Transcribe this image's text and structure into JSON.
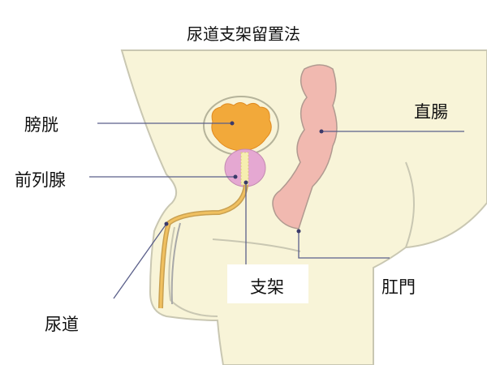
{
  "title": "尿道支架留置法",
  "labels": {
    "bladder": "膀胱",
    "prostate": "前列腺",
    "rectum": "直腸",
    "stent": "支架",
    "anus": "肛門",
    "urethra": "尿道"
  },
  "colors": {
    "body": "#f8f4d8",
    "outline": "#c9c7b2",
    "bladder": "#f2a93a",
    "prostate": "#e5a8d2",
    "rectum": "#f1b9b0",
    "urethra": "#e9b04a",
    "leader": "#5a5f8a"
  }
}
